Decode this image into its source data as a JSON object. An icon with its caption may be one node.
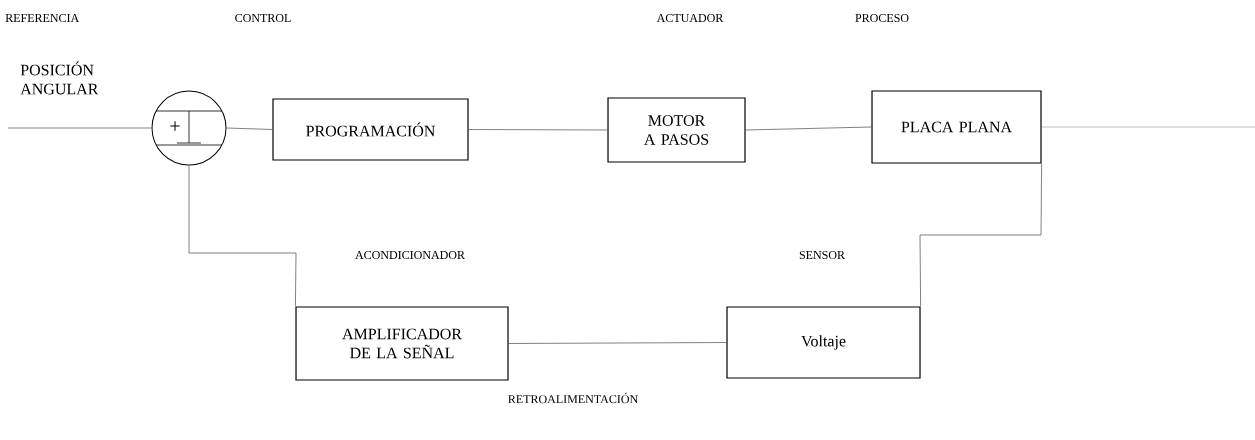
{
  "diagram": {
    "nodes": [
      {
        "text": [
          "+"
        ]
      },
      {
        "text": [
          "PROGRAMACIÓN"
        ]
      },
      {
        "text": [
          "MOTOR A PASOS"
        ]
      },
      {
        "text": [
          "PLACA PLANA"
        ]
      },
      {
        "text": [
          "AMPLIFICADOR DE LA SEÑAL"
        ]
      },
      {
        "text": [
          "Voltaje"
        ]
      }
    ],
    "edges": [
      {
        "from": null,
        "to": 0,
        "arrow": "none"
      },
      {
        "from": 0,
        "to": 1,
        "arrow": "none"
      },
      {
        "from": 1,
        "to": 2,
        "arrow": "none"
      },
      {
        "from": 2,
        "to": 3,
        "arrow": "none"
      },
      {
        "from": 3,
        "to": null,
        "arrow": "none"
      },
      {
        "from": 3,
        "to": 5,
        "arrow": "none"
      },
      {
        "from": 5,
        "to": 4,
        "arrow": "none"
      },
      {
        "from": 4,
        "to": 0,
        "arrow": "none"
      }
    ],
    "labels": [
      "REFERENCIA",
      "CONTROL",
      "ACTUADOR",
      "PROCESO",
      "POSICIÓN ANGULAR",
      "ACONDICIONADOR",
      "SENSOR",
      "RETROALIMENTACIÓN"
    ]
  }
}
